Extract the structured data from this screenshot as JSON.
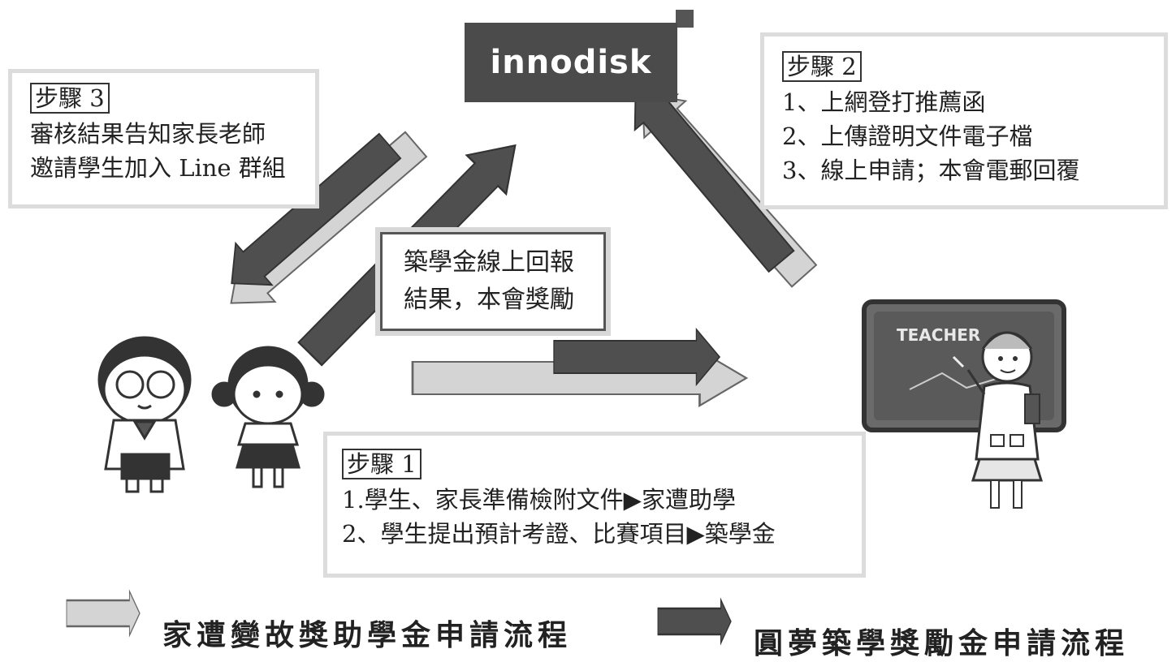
{
  "logo": {
    "text": "innodisk"
  },
  "step3": {
    "tag": "步驟 3",
    "lines": [
      "審核結果告知家長老師",
      "邀請學生加入 Line 群組"
    ]
  },
  "step2": {
    "tag": "步驟 2",
    "lines": [
      "1、上網登打推薦函",
      "2、上傳證明文件電子檔",
      "3、線上申請；本會電郵回覆"
    ]
  },
  "step1": {
    "tag": "步驟 1",
    "lines": [
      "1.學生、家長準備檢附文件▶家遭助學",
      "2、學生提出預計考證、比賽項目▶築學金"
    ]
  },
  "center_box": {
    "lines": [
      "築學金線上回報",
      "結果，本會獎勵"
    ]
  },
  "blackboard": {
    "text": "TEACHER"
  },
  "legend": {
    "light_label": "家遭變故獎助學金申請流程",
    "dark_label": "圓夢築學獎勵金申請流程"
  },
  "colors": {
    "light_arrow": "#d4d4d4",
    "dark_arrow": "#4f4f4f",
    "box_border": "#dcdcdc"
  }
}
